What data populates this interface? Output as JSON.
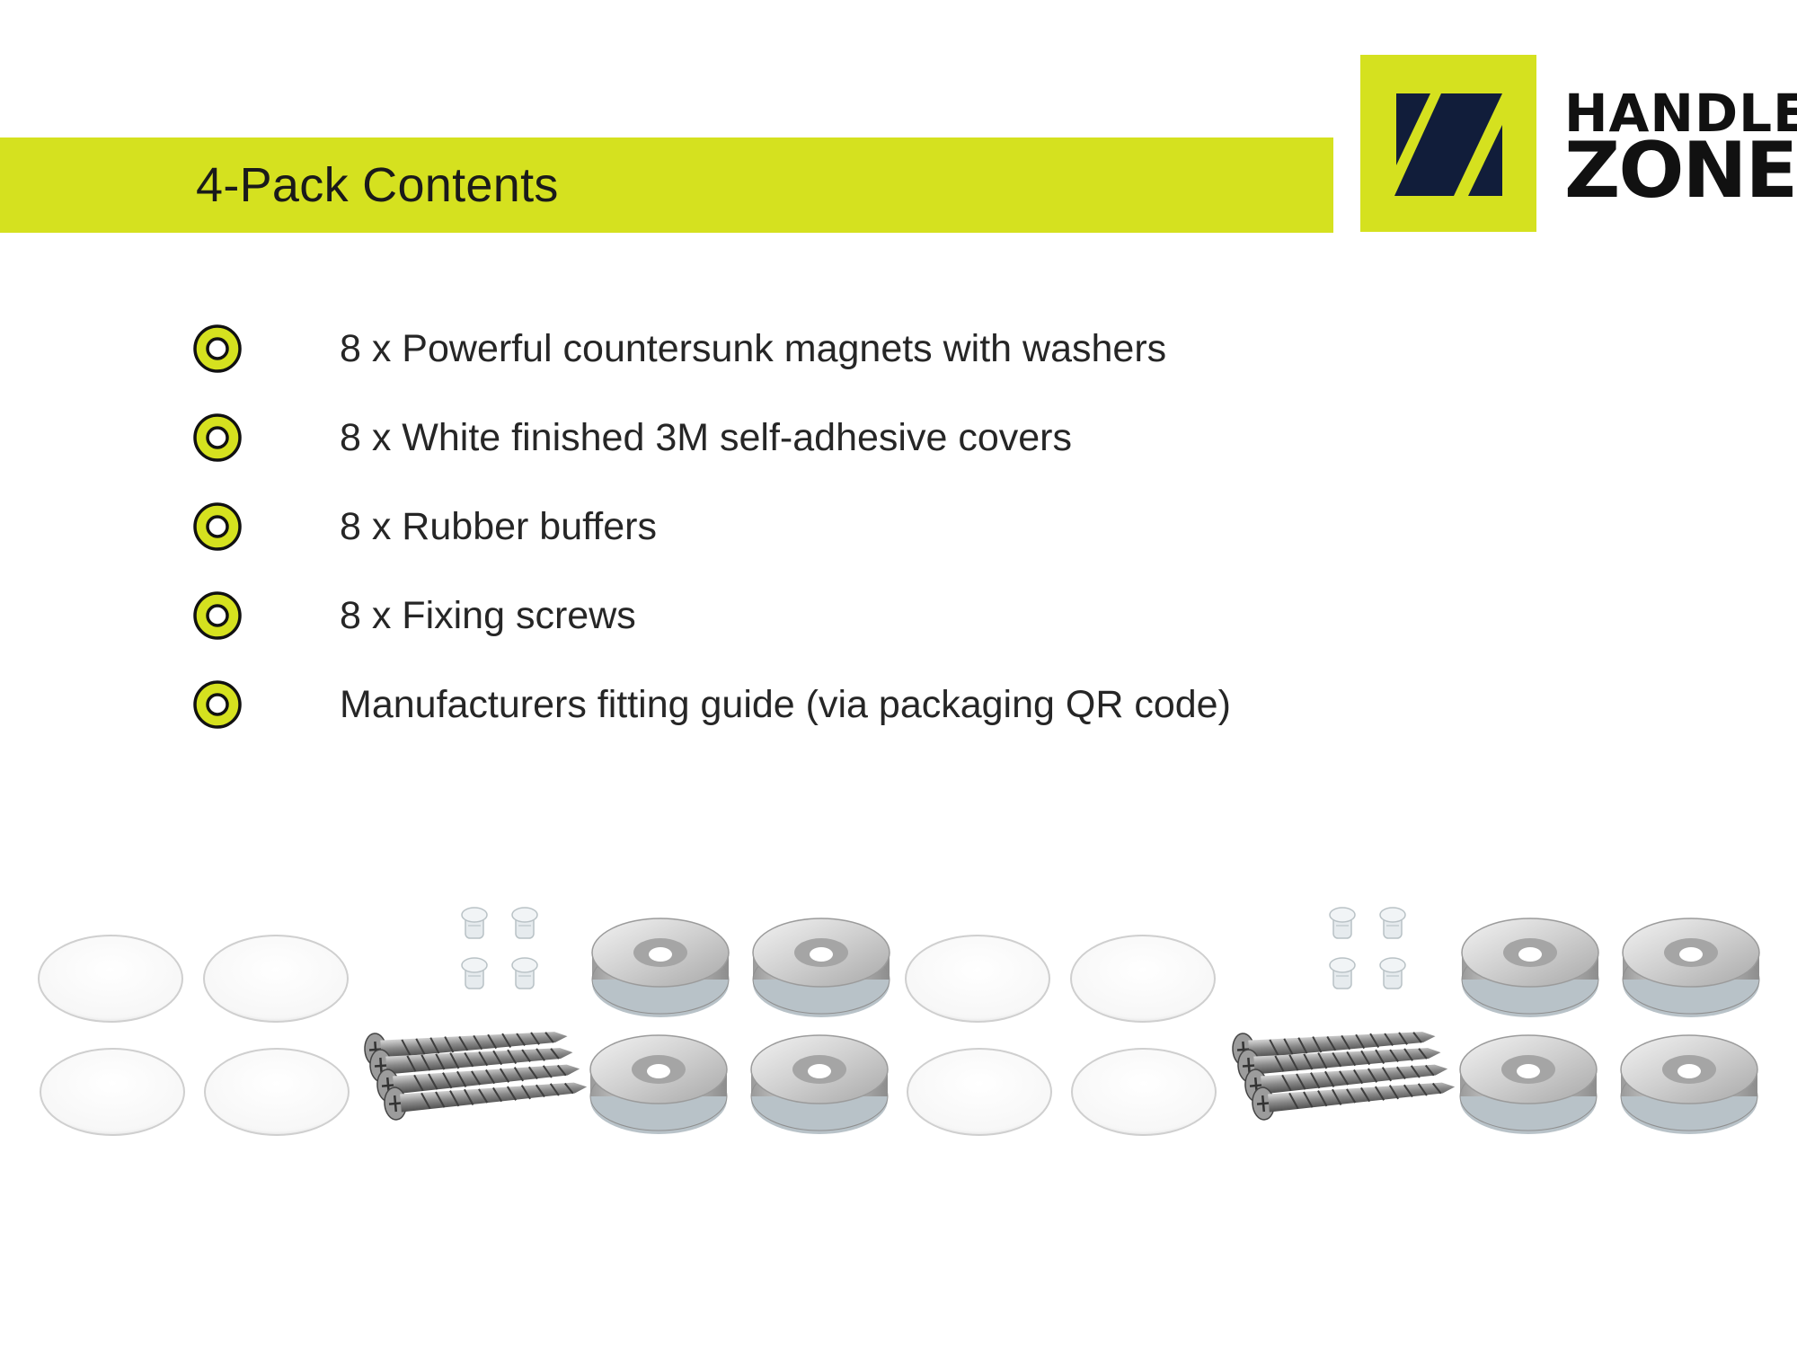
{
  "header": {
    "title": "4-Pack Contents"
  },
  "brand": {
    "line1": "HANDLE",
    "line2": "ZONE",
    "accent_color": "#d5e11f",
    "mark_color": "#111d3a"
  },
  "contents": {
    "items": [
      {
        "text": "8 x Powerful countersunk magnets with washers",
        "icon": "ring-bullet-icon"
      },
      {
        "text": "8 x White finished 3M self-adhesive covers",
        "icon": "ring-bullet-icon"
      },
      {
        "text": "8 x Rubber buffers",
        "icon": "ring-bullet-icon"
      },
      {
        "text": "8 x Fixing screws",
        "icon": "ring-bullet-icon"
      },
      {
        "text": "Manufacturers fitting guide (via packaging QR code)",
        "icon": "ring-bullet-icon"
      }
    ]
  },
  "product_image": {
    "groups": [
      "white-covers",
      "rubber-buffers",
      "fixing-screws",
      "countersunk-magnets"
    ]
  }
}
